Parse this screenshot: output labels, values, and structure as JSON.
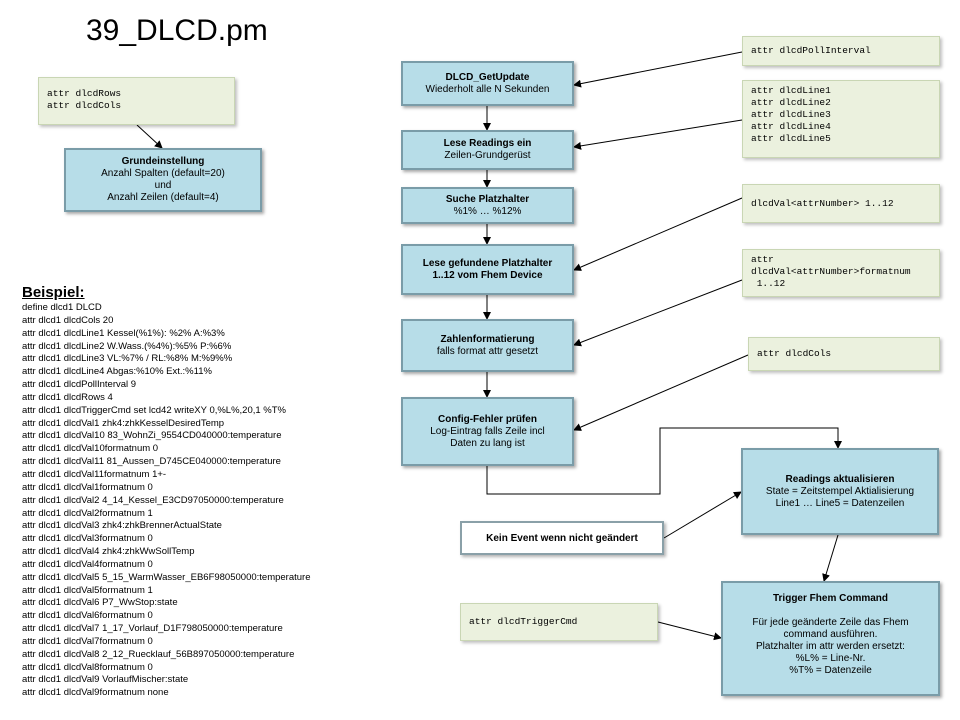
{
  "title": "39_DLCD.pm",
  "attr_rows_cols": "attr dlcdRows\nattr dlcdCols",
  "grund": {
    "title": "Grundeinstellung",
    "lines": [
      "Anzahl Spalten (default=20)",
      "und",
      "Anzahl Zeilen (default=4)"
    ]
  },
  "flow": [
    {
      "title": "DLCD_GetUpdate",
      "sub": "Wiederholt alle N Sekunden"
    },
    {
      "title": "Lese Readings ein",
      "sub": "Zeilen-Grundgerüst"
    },
    {
      "title": "Suche Platzhalter",
      "sub": "%1% … %12%"
    },
    {
      "title": "Lese gefundene Platzhalter",
      "sub": "1..12 vom Fhem Device"
    },
    {
      "title": "Zahlenformatierung",
      "sub": "falls format attr gesetzt"
    },
    {
      "title": "Config-Fehler prüfen",
      "sub": "Log-Eintrag falls Zeile  incl",
      "sub2": "Daten  zu lang ist"
    }
  ],
  "attrs": {
    "poll": "attr dlcdPollInterval",
    "lines": "attr dlcdLine1\nattr dlcdLine2\nattr dlcdLine3\nattr dlcdLine4\nattr dlcdLine5",
    "val": "dlcdVal<attrNumber> 1..12",
    "valfmt": "attr\ndlcdVal<attrNumber>formatnum\n 1..12",
    "cols": "attr dlcdCols",
    "trigger": "attr dlcdTriggerCmd"
  },
  "readings": {
    "title": "Readings aktualisieren",
    "lines": [
      "State = Zeitstempel Aktialisierung",
      "Line1 … Line5  = Datenzeilen"
    ]
  },
  "no_event": "Kein Event wenn nicht geändert",
  "trigger_box": {
    "title": "Trigger Fhem Command",
    "lines": [
      "",
      "Für jede geänderte Zeile  das Fhem",
      "command ausführen.",
      "Platzhalter im attr werden ersetzt:",
      "%L% = Line-Nr.",
      "%T% = Datenzeile"
    ]
  },
  "example": {
    "heading": "Beispiel:",
    "lines": [
      "define dlcd1 DLCD",
      "attr dlcd1 dlcdCols 20",
      "attr dlcd1 dlcdLine1 Kessel(%1%): %2% A:%3%",
      "attr dlcd1 dlcdLine2 W.Wass.(%4%):%5% P:%6%",
      "attr dlcd1 dlcdLine3 VL:%7% / RL:%8% M:%9%%",
      "attr dlcd1 dlcdLine4 Abgas:%10% Ext.:%11%",
      "attr dlcd1 dlcdPollInterval 9",
      "attr dlcd1 dlcdRows 4",
      "attr dlcd1 dlcdTriggerCmd set lcd42 writeXY 0,%L%,20,1 %T%",
      "attr dlcd1 dlcdVal1 zhk4:zhkKesselDesiredTemp",
      "attr dlcd1 dlcdVal10 83_WohnZi_9554CD040000:temperature",
      "attr dlcd1 dlcdVal10formatnum 0",
      "attr dlcd1 dlcdVal11 81_Aussen_D745CE040000:temperature",
      "attr dlcd1 dlcdVal11formatnum 1+-",
      "attr dlcd1 dlcdVal1formatnum 0",
      "attr dlcd1 dlcdVal2 4_14_Kessel_E3CD97050000:temperature",
      "attr dlcd1 dlcdVal2formatnum 1",
      "attr dlcd1 dlcdVal3 zhk4:zhkBrennerActualState",
      "attr dlcd1 dlcdVal3formatnum 0",
      "attr dlcd1 dlcdVal4 zhk4:zhkWwSollTemp",
      "attr dlcd1 dlcdVal4formatnum 0",
      "attr dlcd1 dlcdVal5 5_15_WarmWasser_EB6F98050000:temperature",
      "attr dlcd1 dlcdVal5formatnum 1",
      "attr dlcd1 dlcdVal6 P7_WwStop:state",
      "attr dlcd1 dlcdVal6formatnum 0",
      "attr dlcd1 dlcdVal7 1_17_Vorlauf_D1F798050000:temperature",
      "attr dlcd1 dlcdVal7formatnum 0",
      "attr dlcd1 dlcdVal8 2_12_Ruecklauf_56B897050000:temperature",
      "attr dlcd1 dlcdVal8formatnum 0",
      "attr dlcd1 dlcdVal9 VorlaufMischer:state",
      "attr dlcd1 dlcdVal9formatnum none"
    ]
  }
}
